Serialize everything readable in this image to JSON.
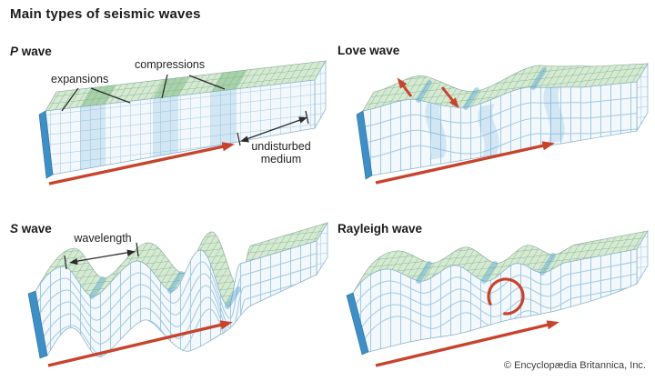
{
  "title": "Main types of seismic waves",
  "copyright": "© Encyclopædia Britannica, Inc.",
  "colors": {
    "accent_red": "#c8432c",
    "ink": "#2b2b2b",
    "face_blue": "#f2f8fc",
    "grid_blue": "#a3c9e2",
    "top_green": "#d5ead0",
    "grid_green": "#7cab95",
    "cap_blue": "#3e8fc6",
    "band_green": "#7db883",
    "flank_teal": "#57a6d0",
    "text_color": "#1a1a1a"
  },
  "panels": {
    "p": {
      "symbol": "P",
      "rest": " wave",
      "annotations": {
        "expansions": "expansions",
        "compressions": "compressions",
        "undisturbed_medium": "undisturbed medium"
      }
    },
    "love": {
      "label": "Love wave"
    },
    "s": {
      "symbol": "S",
      "rest": " wave",
      "annotations": {
        "wavelength": "wavelength"
      }
    },
    "rayleigh": {
      "label": "Rayleigh wave"
    }
  }
}
